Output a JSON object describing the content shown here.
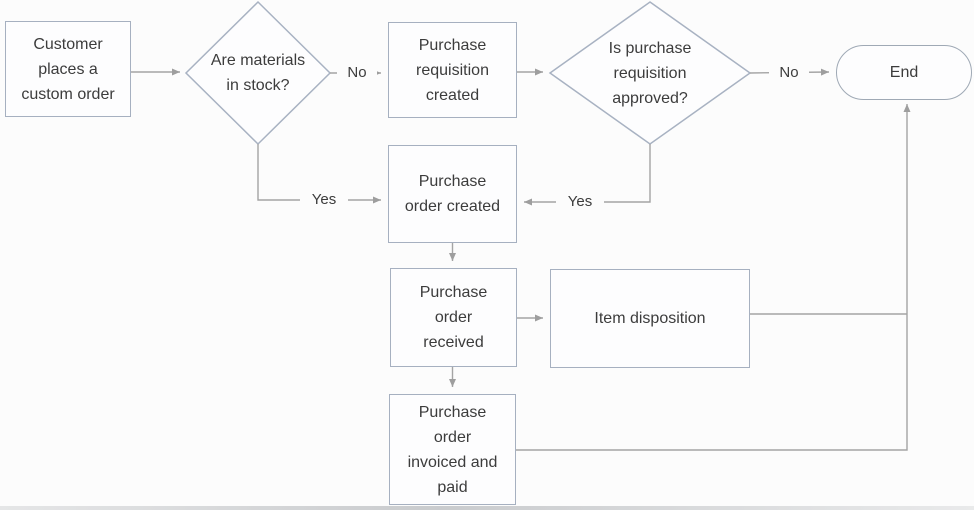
{
  "flowchart": {
    "description": "Purchase order process flowchart",
    "colors": {
      "background": "#fcfcfc",
      "shape_border": "#a6b0c0",
      "terminator_border": "#9fa9b5",
      "connector": "#a4a4a4",
      "text": "#3c3c3c"
    },
    "nodes": {
      "customer": {
        "type": "process",
        "label": "Customer places a custom order"
      },
      "materials_in_stock": {
        "type": "decision",
        "label": "Are materials in stock?"
      },
      "purchase_requisition": {
        "type": "process",
        "label": "Purchase requisition created"
      },
      "requisition_approved": {
        "type": "decision",
        "label": "Is purchase requisition approved?"
      },
      "end": {
        "type": "terminator",
        "label": "End"
      },
      "po_created": {
        "type": "process",
        "label": "Purchase order created"
      },
      "po_received": {
        "type": "process",
        "label": "Purchase order received"
      },
      "item_disposition": {
        "type": "process",
        "label": "Item disposition"
      },
      "po_invoiced": {
        "type": "process",
        "label": "Purchase order invoiced and paid"
      }
    },
    "edge_labels": {
      "materials_no": "No",
      "materials_yes": "Yes",
      "approved_no": "No",
      "approved_yes": "Yes"
    }
  }
}
